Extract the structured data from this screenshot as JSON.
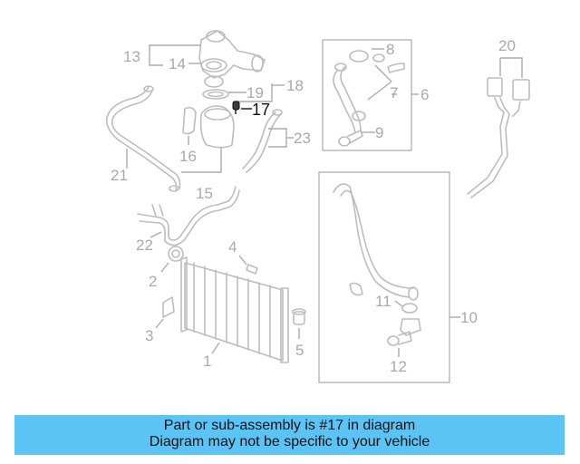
{
  "callouts": {
    "c1": "1",
    "c2": "2",
    "c3": "3",
    "c4": "4",
    "c5": "5",
    "c6": "6",
    "c7": "7",
    "c8": "8",
    "c9": "9",
    "c10": "10",
    "c11": "11",
    "c12": "12",
    "c13": "13",
    "c14": "14",
    "c15": "15",
    "c16": "16",
    "c17": "17",
    "c18": "18",
    "c19": "19",
    "c20": "20",
    "c21": "21",
    "c22": "22",
    "c23": "23"
  },
  "highlighted_part": "17",
  "banner": {
    "line1": "Part or sub-assembly is #17 in diagram",
    "line2": "Diagram may not be specific to your vehicle"
  },
  "colors": {
    "banner_bg": "#5bc4f5",
    "part_gray": "#bdbdbd",
    "highlight": "#111111"
  }
}
